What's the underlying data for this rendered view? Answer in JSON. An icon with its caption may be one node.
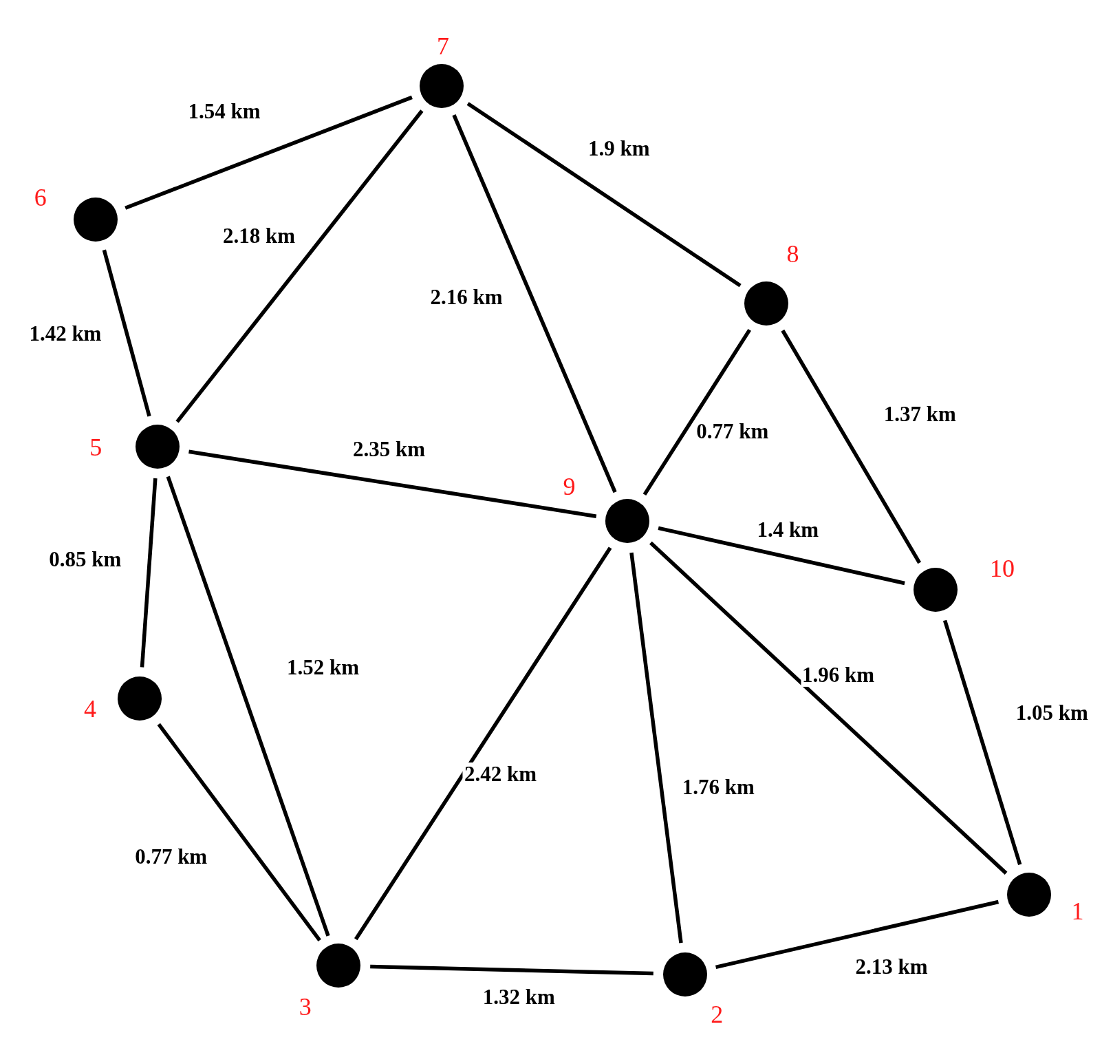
{
  "diagram": {
    "nodes": [
      {
        "text": [],
        "shape": "circle",
        "beside": [
          "7"
        ]
      },
      {
        "text": [],
        "shape": "circle",
        "beside": [
          "6"
        ]
      },
      {
        "text": [],
        "shape": "circle",
        "beside": [
          "8"
        ]
      },
      {
        "text": [],
        "shape": "circle",
        "beside": [
          "5"
        ]
      },
      {
        "text": [],
        "shape": "circle",
        "beside": [
          "9"
        ]
      },
      {
        "text": [],
        "shape": "circle",
        "beside": [
          "10"
        ]
      },
      {
        "text": [],
        "shape": "circle",
        "beside": [
          "4"
        ]
      },
      {
        "text": [],
        "shape": "circle",
        "beside": [
          "1"
        ]
      },
      {
        "text": [],
        "shape": "circle",
        "beside": [
          "3"
        ]
      },
      {
        "text": [],
        "shape": "circle",
        "beside": [
          "2"
        ]
      }
    ],
    "edges": [
      {
        "from": 1,
        "to": 0,
        "arrow": "none",
        "label": "1.54 km"
      },
      {
        "from": 0,
        "to": 2,
        "arrow": "none",
        "label": "1.9 km"
      },
      {
        "from": 0,
        "to": 3,
        "arrow": "none",
        "label": "2.18 km"
      },
      {
        "from": 0,
        "to": 4,
        "arrow": "none",
        "label": "2.16 km"
      },
      {
        "from": 1,
        "to": 3,
        "arrow": "none",
        "label": "1.42 km"
      },
      {
        "from": 2,
        "to": 4,
        "arrow": "none",
        "label": "0.77 km"
      },
      {
        "from": 2,
        "to": 5,
        "arrow": "none",
        "label": "1.37 km"
      },
      {
        "from": 3,
        "to": 4,
        "arrow": "none",
        "label": "2.35 km"
      },
      {
        "from": 4,
        "to": 5,
        "arrow": "none",
        "label": "1.4 km"
      },
      {
        "from": 3,
        "to": 6,
        "arrow": "none",
        "label": "0.85 km"
      },
      {
        "from": 3,
        "to": 8,
        "arrow": "none",
        "label": "1.52 km"
      },
      {
        "from": 4,
        "to": 7,
        "arrow": "none",
        "label": "1.96 km"
      },
      {
        "from": 5,
        "to": 7,
        "arrow": "none",
        "label": "1.05 km"
      },
      {
        "from": 4,
        "to": 8,
        "arrow": "none",
        "label": "2.42 km"
      },
      {
        "from": 4,
        "to": 9,
        "arrow": "none",
        "label": "1.76 km"
      },
      {
        "from": 6,
        "to": 8,
        "arrow": "none",
        "label": "0.77 km"
      },
      {
        "from": 8,
        "to": 9,
        "arrow": "none",
        "label": "1.32 km"
      },
      {
        "from": 9,
        "to": 7,
        "arrow": "none",
        "label": "2.13 km"
      }
    ]
  }
}
